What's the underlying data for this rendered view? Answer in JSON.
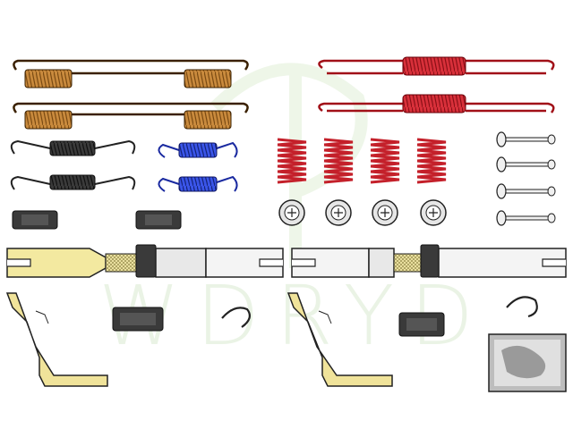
{
  "watermark": {
    "text": "WDRYD"
  },
  "colors": {
    "copper_spring": "#b8752a",
    "red_spring": "#cc1f2a",
    "black_spring": "#2b2b2b",
    "blue_spring": "#2a3fd6",
    "adjuster_yellow": "#f3e9a0",
    "lever_yellow": "#f0e39a",
    "silver": "#e8e8e8",
    "outline": "#222222",
    "watermark": "#d9ead0"
  },
  "parts": [
    {
      "id": "long-copper-spring",
      "count": 2,
      "icon": "copper-long-spring-icon"
    },
    {
      "id": "long-red-spring",
      "count": 2,
      "icon": "red-long-spring-icon"
    },
    {
      "id": "short-black-spring",
      "count": 2,
      "icon": "black-short-spring-icon"
    },
    {
      "id": "short-blue-spring",
      "count": 2,
      "icon": "blue-short-spring-icon"
    },
    {
      "id": "red-coil-spring",
      "count": 4,
      "icon": "red-coil-spring-icon"
    },
    {
      "id": "retainer-cup",
      "count": 4,
      "icon": "retainer-cup-icon"
    },
    {
      "id": "hold-down-pin",
      "count": 4,
      "icon": "hold-down-pin-icon"
    },
    {
      "id": "clip",
      "count": 2,
      "icon": "clip-icon"
    },
    {
      "id": "adjuster-assembly",
      "count": 2,
      "icon": "adjuster-icon"
    },
    {
      "id": "rubber-bushing",
      "count": 2,
      "icon": "bushing-icon"
    },
    {
      "id": "wire-hook",
      "count": 2,
      "icon": "hook-icon"
    },
    {
      "id": "lever",
      "count": 2,
      "icon": "lever-icon"
    },
    {
      "id": "grease-pack",
      "count": 1,
      "icon": "grease-pack-icon"
    }
  ]
}
